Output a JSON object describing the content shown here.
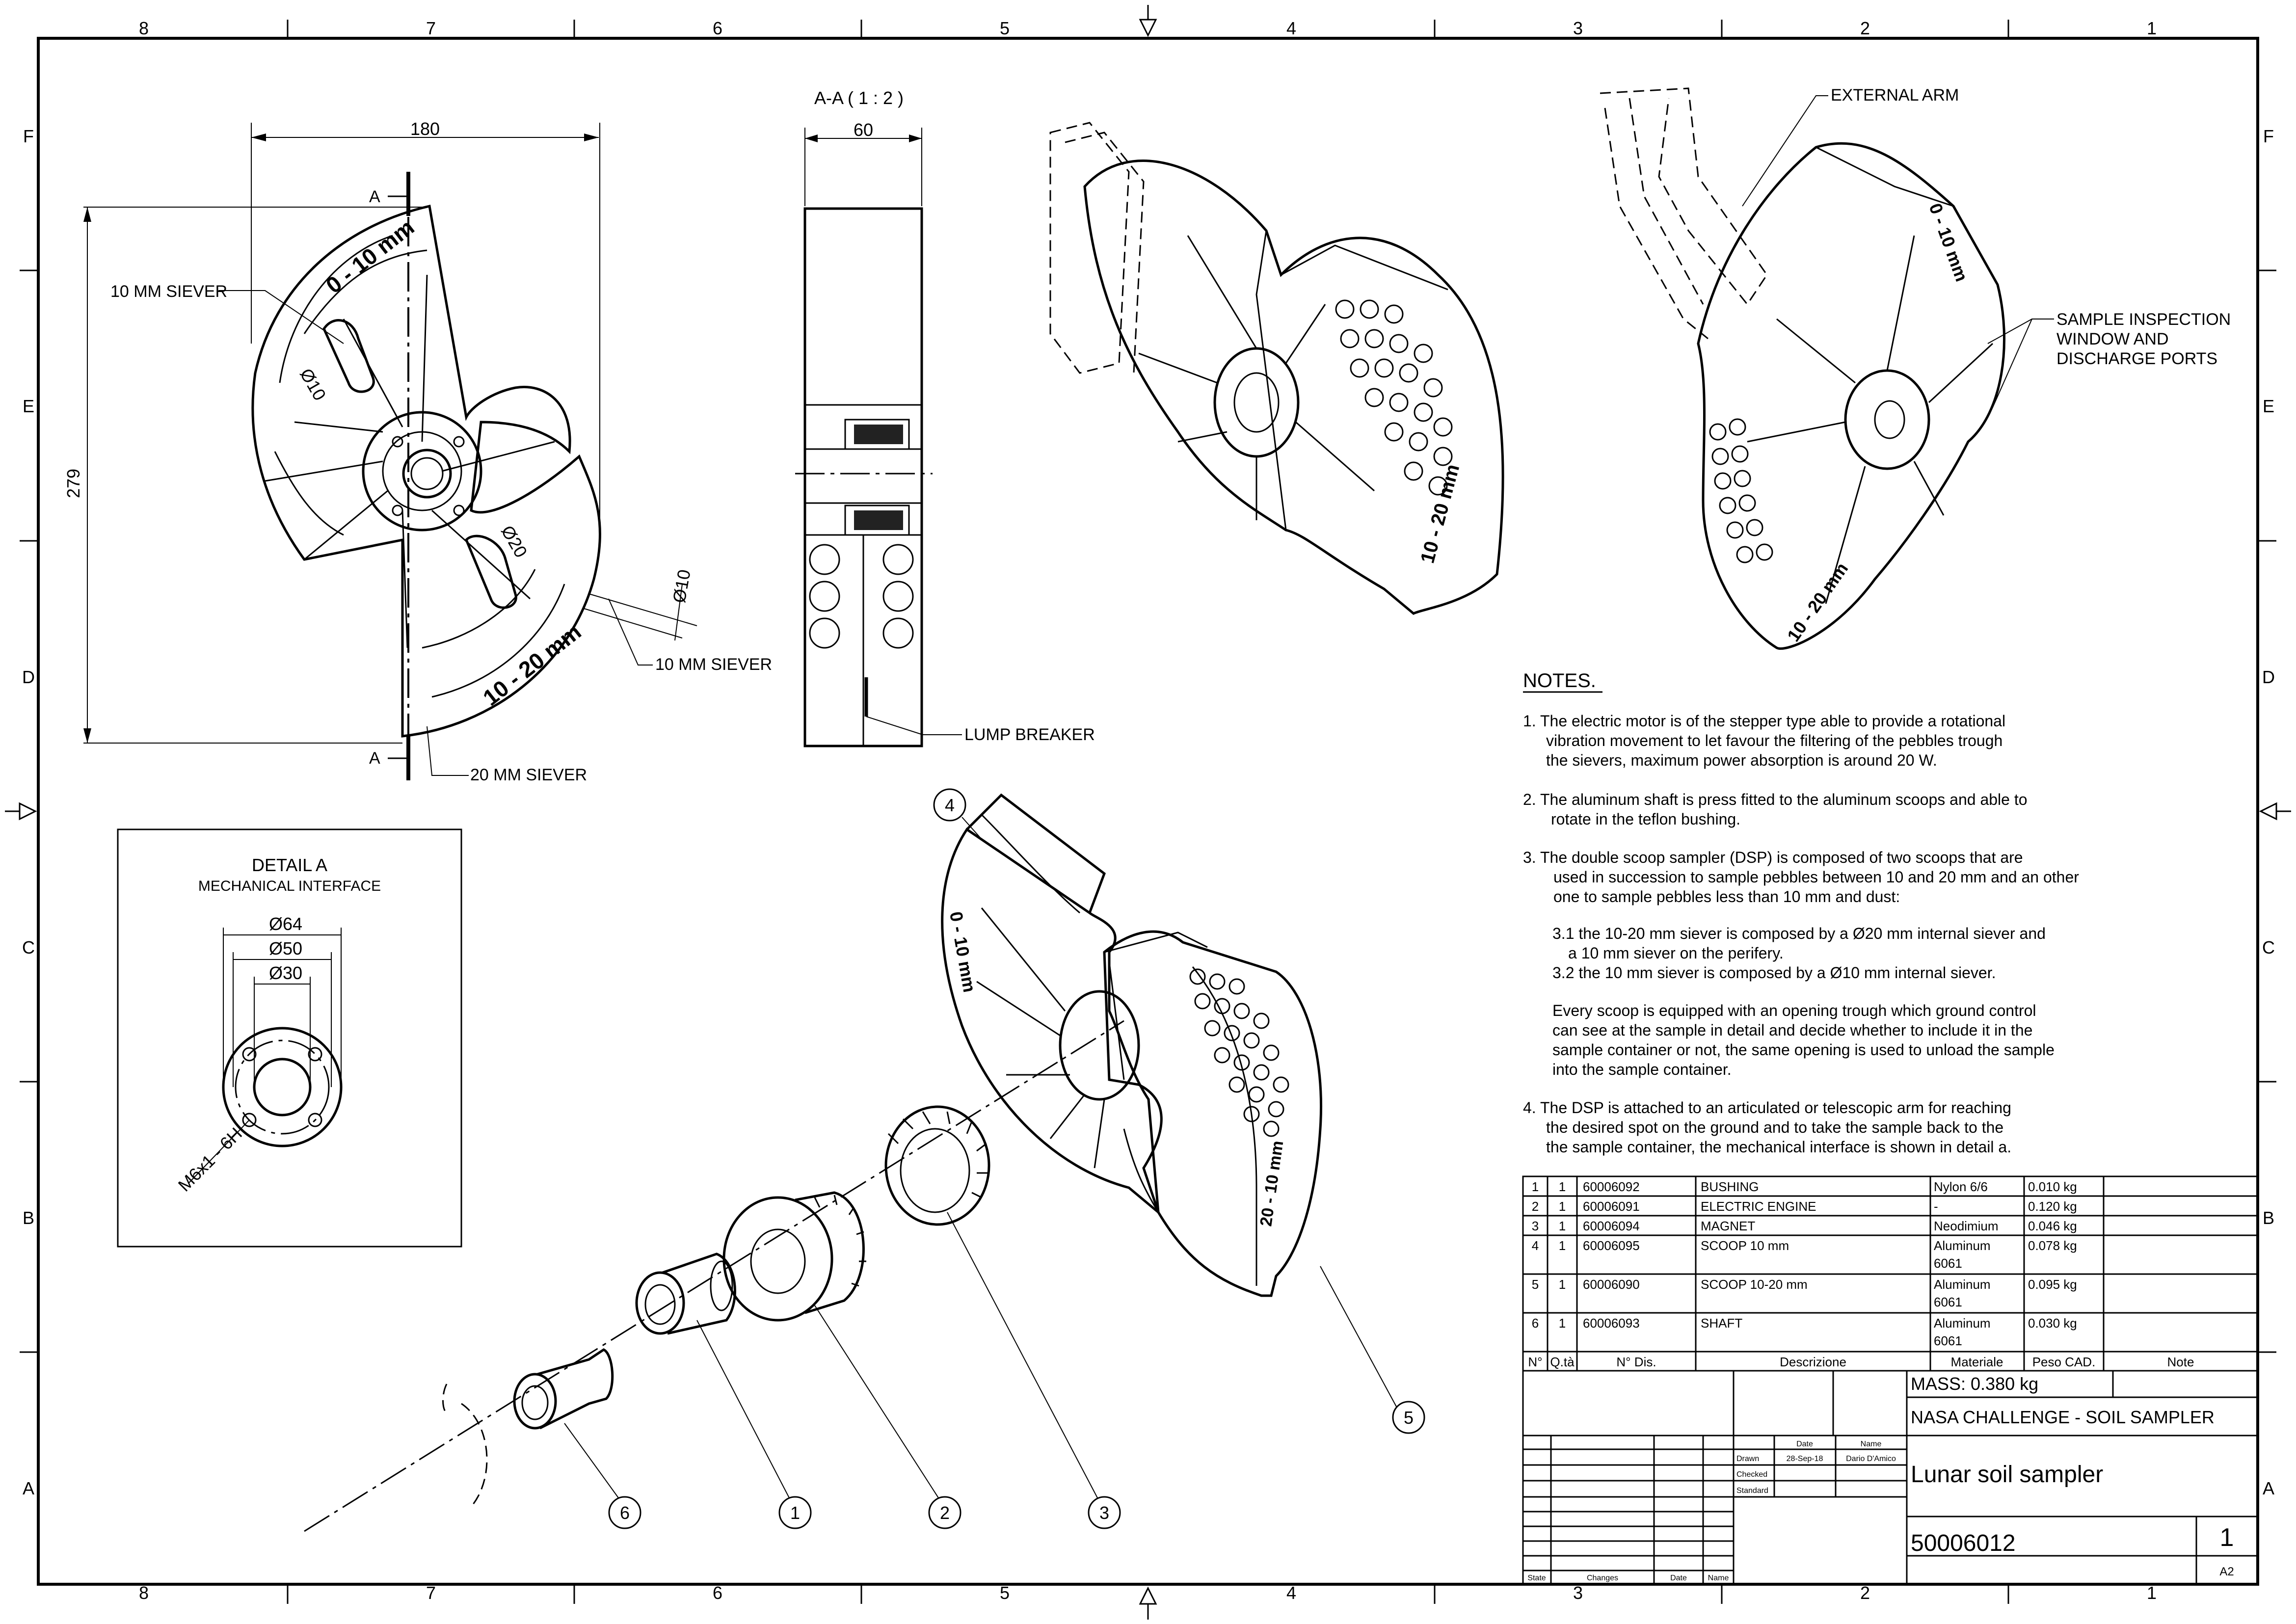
{
  "grid": {
    "columns": [
      "8",
      "7",
      "6",
      "5",
      "4",
      "3",
      "2",
      "1"
    ],
    "rows": [
      "F",
      "E",
      "D",
      "C",
      "B",
      "A"
    ]
  },
  "front_view": {
    "dims": [
      "180",
      "279",
      "Ø10",
      "Ø20",
      "Ø10"
    ],
    "section_marks": [
      "A",
      "A"
    ],
    "engravings": [
      "0 - 10 mm",
      "10 - 20 mm"
    ],
    "callouts": [
      "10 MM SIEVER",
      "10 MM SIEVER",
      "20 MM SIEVER"
    ]
  },
  "section_view": {
    "title": "A-A ( 1 : 2 )",
    "dim": "60",
    "callout": "LUMP BREAKER"
  },
  "iso_view": {
    "engraving": "10 - 20 mm"
  },
  "arm_view": {
    "callouts": [
      "EXTERNAL ARM",
      "SAMPLE INSPECTION\nWINDOW AND\nDISCHARGE PORTS"
    ],
    "engravings": [
      "0 - 10 mm",
      "10 - 20 mm"
    ]
  },
  "detail_a": {
    "title": "DETAIL A",
    "subtitle": "MECHANICAL INTERFACE",
    "dims": [
      "Ø64",
      "Ø50",
      "Ø30"
    ],
    "thread": "M6x1 - 6H"
  },
  "exploded": {
    "balloons": [
      "4",
      "5",
      "6",
      "1",
      "2",
      "3"
    ],
    "engravings": [
      "0 - 10 mm",
      "20 - 10 mm"
    ]
  },
  "notes": {
    "heading": "NOTES.",
    "items": [
      {
        "lines": [
          "1. The electric motor is of the stepper type able to provide a rotational",
          "vibration movement to let favour the filtering of the pebbles trough",
          "the sievers, maximum power absorption is around 20 W."
        ]
      },
      {
        "lines": [
          "2. The aluminum shaft is press fitted to the aluminum scoops and able to",
          "rotate in the teflon bushing."
        ]
      },
      {
        "lines": [
          "3. The double scoop sampler (DSP) is composed of two scoops that are",
          "used in succession to sample pebbles between 10 and 20 mm and an other",
          "one to sample pebbles less than 10 mm and dust:"
        ]
      },
      {
        "lines": [
          "3.1   the 10-20 mm siever is composed by a Ø20 mm internal siever and",
          "a 10 mm siever on the perifery.",
          "3.2  the 10 mm siever is composed by a Ø10 mm internal siever."
        ]
      },
      {
        "lines": [
          "Every scoop is equipped with an opening trough which ground control",
          "can see at the sample in detail and decide whether to include it in the",
          "sample container or not, the same opening is used to unload the sample",
          "into the sample container."
        ]
      },
      {
        "lines": [
          "4. The DSP is attached to an articulated or telescopic arm for reaching",
          "the desired spot on the ground and to take the sample back to the",
          "the sample container, the mechanical interface is shown in detail a."
        ]
      }
    ]
  },
  "parts_list": {
    "headers": [
      "N°",
      "Q.tà",
      "N° Dis.",
      "Descrizione",
      "Materiale",
      "Peso CAD.",
      "Note"
    ],
    "rows": [
      {
        "n": "1",
        "q": "1",
        "dis": "60006092",
        "desc": "BUSHING",
        "mat": "Nylon 6/6",
        "peso": "0.010 kg",
        "note": ""
      },
      {
        "n": "2",
        "q": "1",
        "dis": "60006091",
        "desc": "ELECTRIC ENGINE",
        "mat": "-",
        "peso": "0.120 kg",
        "note": ""
      },
      {
        "n": "3",
        "q": "1",
        "dis": "60006094",
        "desc": "MAGNET",
        "mat": "Neodimium",
        "peso": "0.046 kg",
        "note": ""
      },
      {
        "n": "4",
        "q": "1",
        "dis": "60006095",
        "desc": "SCOOP 10 mm",
        "mat": "Aluminum\n6061",
        "peso": "0.078 kg",
        "note": ""
      },
      {
        "n": "5",
        "q": "1",
        "dis": "60006090",
        "desc": "SCOOP 10-20 mm",
        "mat": "Aluminum\n6061",
        "peso": "0.095 kg",
        "note": ""
      },
      {
        "n": "6",
        "q": "1",
        "dis": "60006093",
        "desc": "SHAFT",
        "mat": "Aluminum\n6061",
        "peso": "0.030 kg",
        "note": ""
      }
    ]
  },
  "title_block": {
    "mass": "MASS: 0.380 kg",
    "project": "NASA CHALLENGE - SOIL SAMPLER",
    "title": "Lunar soil sampler",
    "number": "50006012",
    "sheet": "1",
    "format": "A2",
    "col_date": "Date",
    "col_name": "Name",
    "drawn_label": "Drawn",
    "checked_label": "Checked",
    "standard_label": "Standard",
    "drawn_date": "28-Sep-18",
    "drawn_name": "Dario D'Amico",
    "footer": [
      "State",
      "Changes",
      "Date",
      "Name"
    ]
  }
}
